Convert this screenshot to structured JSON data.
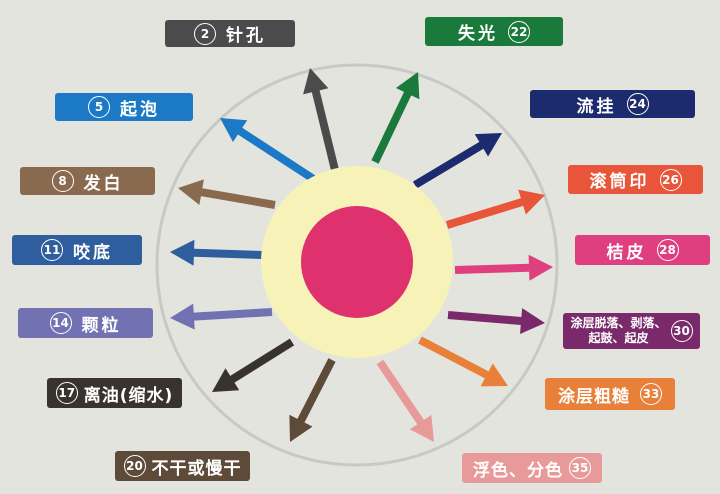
{
  "labels": {
    "l2": {
      "num": "2",
      "text": "针孔",
      "color": "#4b4b4b"
    },
    "l5": {
      "num": "5",
      "text": "起泡",
      "color": "#1b79c6"
    },
    "l8": {
      "num": "8",
      "text": "发白",
      "color": "#8a6a4e"
    },
    "l11": {
      "num": "11",
      "text": "咬底",
      "color": "#2f5e9f"
    },
    "l14": {
      "num": "14",
      "text": "颗粒",
      "color": "#7272b2"
    },
    "l17": {
      "num": "17",
      "text": "离油(缩水)",
      "color": "#38332e"
    },
    "l20": {
      "num": "20",
      "text": "不干或慢干",
      "color": "#5e4a38"
    },
    "l22": {
      "num": "22",
      "text": "失光",
      "color": "#1a7a3c"
    },
    "l24": {
      "num": "24",
      "text": "流挂",
      "color": "#1c2a6e"
    },
    "l26": {
      "num": "26",
      "text": "滚筒印",
      "color": "#e8553a"
    },
    "l28": {
      "num": "28",
      "text": "桔皮",
      "color": "#df3f7f"
    },
    "l30": {
      "num": "30",
      "text1": "涂层脱落、剥落、",
      "text2": "起鼓、起皮",
      "color": "#7a2a6a"
    },
    "l33": {
      "num": "33",
      "text": "涂层粗糙",
      "color": "#e8803a"
    },
    "l35": {
      "num": "35",
      "text": "浮色、分色",
      "color": "#e89a9a"
    }
  }
}
